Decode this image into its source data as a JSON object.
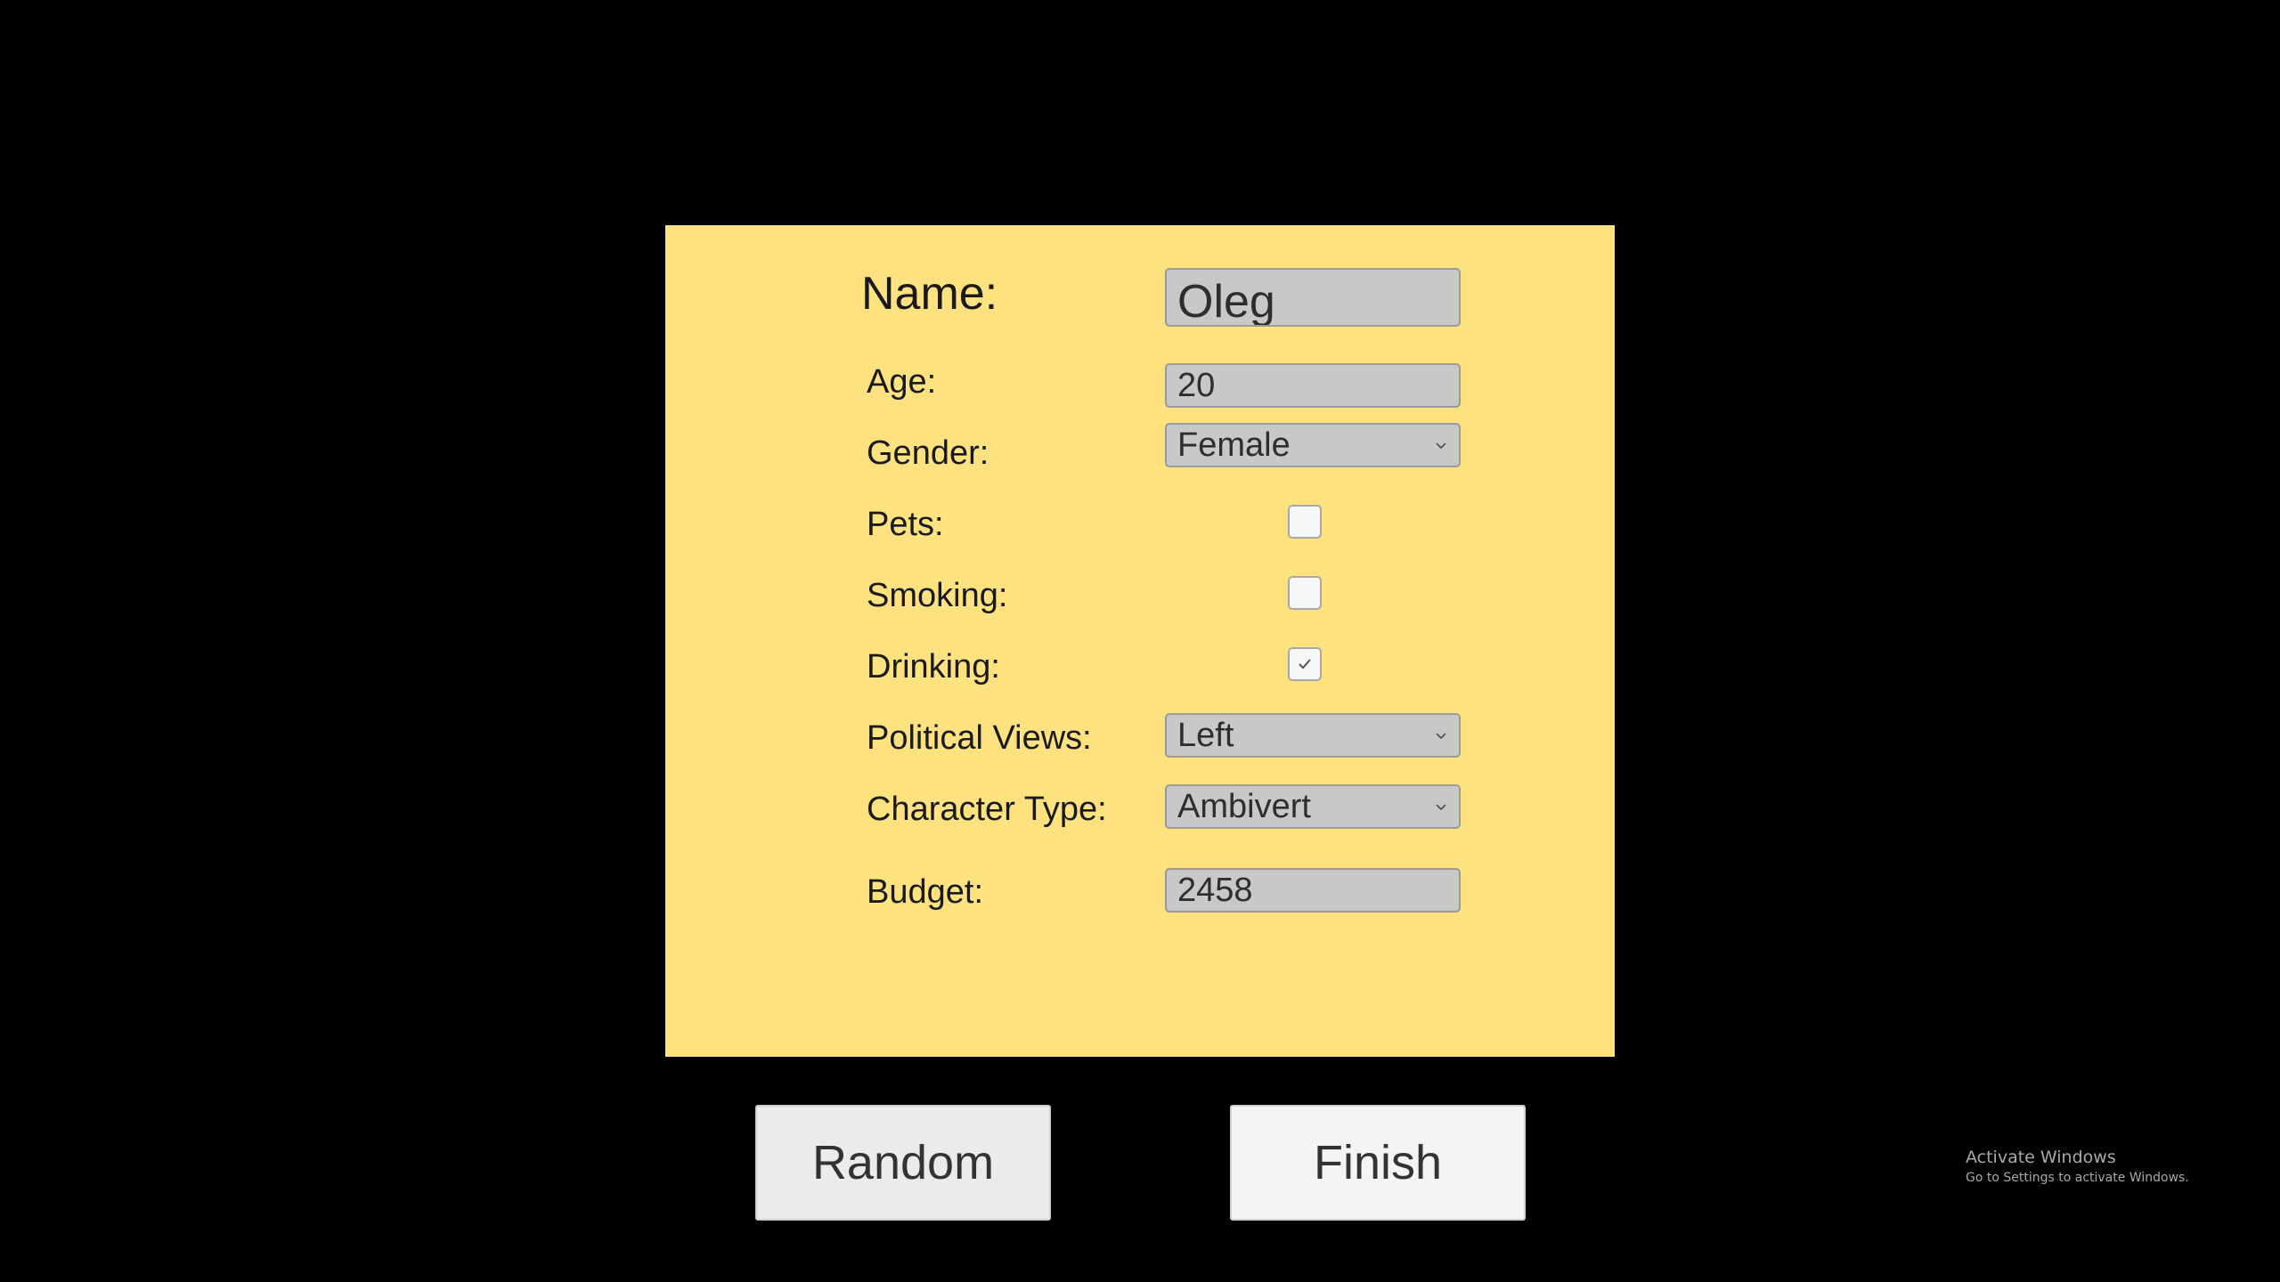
{
  "form": {
    "name": {
      "label": "Name:",
      "value": "Oleg"
    },
    "age": {
      "label": "Age:",
      "value": "20"
    },
    "gender": {
      "label": "Gender:",
      "selected": "Female"
    },
    "pets": {
      "label": "Pets:",
      "checked": false
    },
    "smoking": {
      "label": "Smoking:",
      "checked": false
    },
    "drinking": {
      "label": "Drinking:",
      "checked": true
    },
    "political_views": {
      "label": "Political Views:",
      "selected": "Left"
    },
    "character_type": {
      "label": "Character Type:",
      "selected": "Ambivert"
    },
    "budget": {
      "label": "Budget:",
      "value": "2458"
    }
  },
  "buttons": {
    "random": "Random",
    "finish": "Finish"
  },
  "watermark": {
    "title": "Activate Windows",
    "subtitle": "Go to Settings to activate Windows."
  },
  "icons": {
    "dropdown": "chevron-down-icon",
    "check": "checkmark-icon"
  },
  "colors": {
    "background": "#000000",
    "panel": "#FFE280",
    "field": "#C8C8C8",
    "button": "#EBEBEB"
  }
}
